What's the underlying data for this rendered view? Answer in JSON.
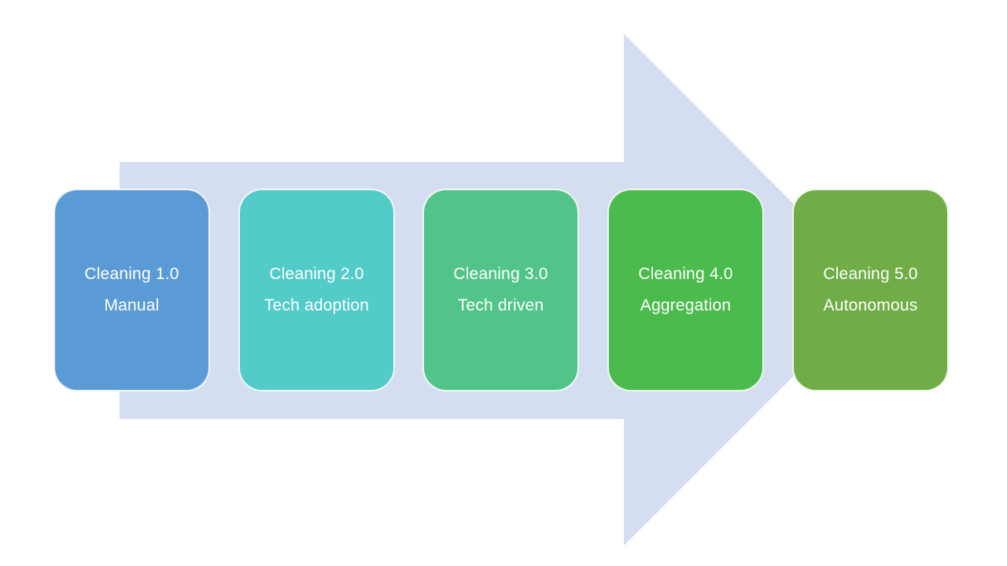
{
  "diagram": {
    "type": "process-arrow-flow",
    "arrow": {
      "direction": "right",
      "color": "#D5DEF0"
    },
    "text_color": "#FFFFFF",
    "stages": [
      {
        "line1": "Cleaning 1.0",
        "line2": "Manual",
        "color": "#5B9BD5"
      },
      {
        "line1": "Cleaning 2.0",
        "line2": "Tech adoption",
        "color": "#53CBC8"
      },
      {
        "line1": "Cleaning 3.0",
        "line2": "Tech driven",
        "color": "#52C489"
      },
      {
        "line1": "Cleaning 4.0",
        "line2": "Aggregation",
        "color": "#4CBB4E"
      },
      {
        "line1": "Cleaning 5.0",
        "line2": "Autonomous",
        "color": "#70AD47"
      }
    ]
  }
}
